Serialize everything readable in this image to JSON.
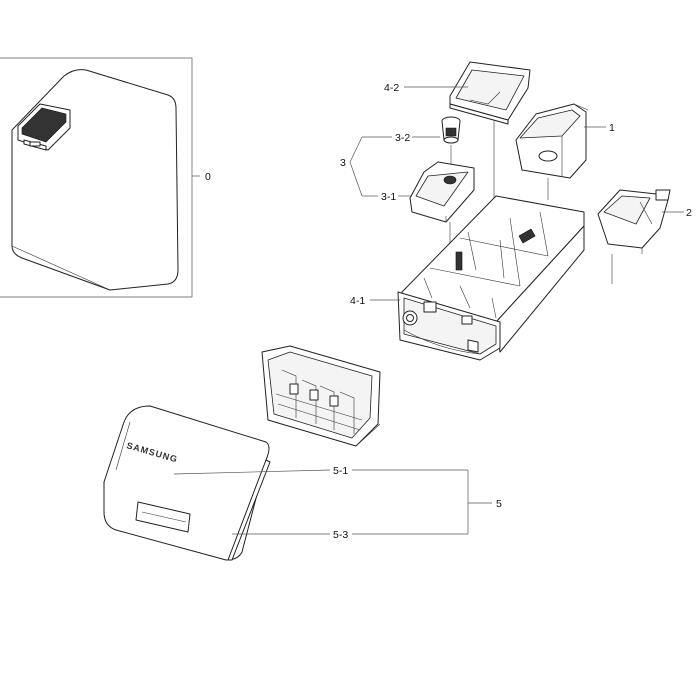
{
  "callouts": {
    "c0": "0",
    "c1": "1",
    "c2": "2",
    "c3": "3",
    "c3_1": "3-1",
    "c3_2": "3-2",
    "c4_1": "4-1",
    "c4_2": "4-2",
    "c5": "5",
    "c5_1": "5-1",
    "c5_3": "5-3"
  },
  "brand_logo": "SAMSUNG"
}
